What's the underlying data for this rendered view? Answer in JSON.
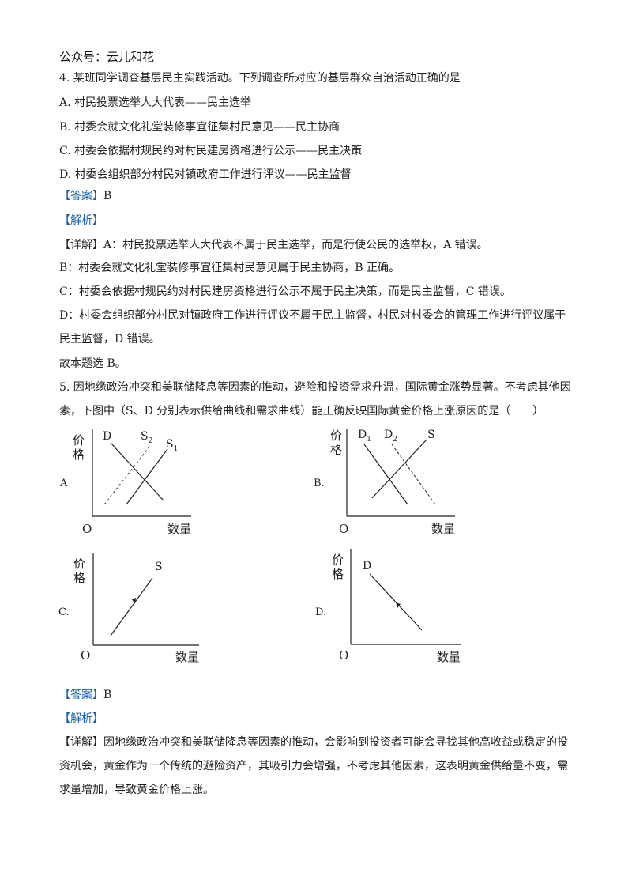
{
  "header": "公众号：云儿和花",
  "q4": {
    "stem": "4. 某班同学调查基层民主实践活动。下列调查所对应的基层群众自治活动正确的是",
    "options": [
      "A. 村民投票选举人大代表——民主选举",
      "B. 村委会就文化礼堂装修事宜征集村民意见——民主协商",
      "C. 村委会依据村规民约对村民建房资格进行公示——民主决策",
      "D. 村委会组织部分村民对镇政府工作进行评议——民主监督"
    ],
    "answer_tag": "【答案】",
    "answer": "B",
    "analysis_tag": "【解析】",
    "detail_tag": "【详解】",
    "detail_a": "A：村民投票选举人大代表不属于民主选举，而是行使公民的选举权，A 错误。",
    "detail_b": "B：村委会就文化礼堂装修事宜征集村民意见属于民主协商，B 正确。",
    "detail_c": "C：村委会依据村规民约对村民建房资格进行公示不属于民主决策，而是民主监督，C 错误。",
    "detail_d1": "D：村委会组织部分村民对镇政府工作进行评议不属于民主监督，村民对村委会的管理工作进行评议属于",
    "detail_d2": "民主监督，D 错误。",
    "conclusion": "故本题选 B。"
  },
  "q5": {
    "stem1": "5. 因地缘政治冲突和美联储降息等因素的推动，避险和投资需求升温，国际黄金涨势显著。不考虑其他因",
    "stem2": "素，下图中（S、D 分别表示供给曲线和需求曲线）能正确反映国际黄金价格上涨原因的是（　　）",
    "answer_tag": "【答案】",
    "answer": "B",
    "analysis_tag": "【解析】",
    "detail_tag": "【详解】",
    "detail1": "因地缘政治冲突和美联储降息等因素的推动，会影响到投资者可能会寻找其他高收益或稳定的投",
    "detail2": "资机会，黄金作为一个传统的避险资产，其吸引力会增强，不考虑其他因素，这表明黄金供给量不变，需",
    "detail3": "求量增加，导致黄金价格上涨。"
  },
  "graphs": {
    "price_label_1": "价",
    "price_label_2": "格",
    "quantity_label": "数量",
    "origin": "O",
    "a": {
      "option": "A",
      "curves": [
        "D",
        "S2",
        "S1"
      ]
    },
    "b": {
      "option": "B.",
      "curves": [
        "D1",
        "D2",
        "S"
      ]
    },
    "c": {
      "option": "C.",
      "curves": [
        "S"
      ]
    },
    "d": {
      "option": "D.",
      "curves": [
        "D"
      ]
    }
  },
  "colors": {
    "text": "#222222",
    "tag": "#1d5fa8"
  }
}
